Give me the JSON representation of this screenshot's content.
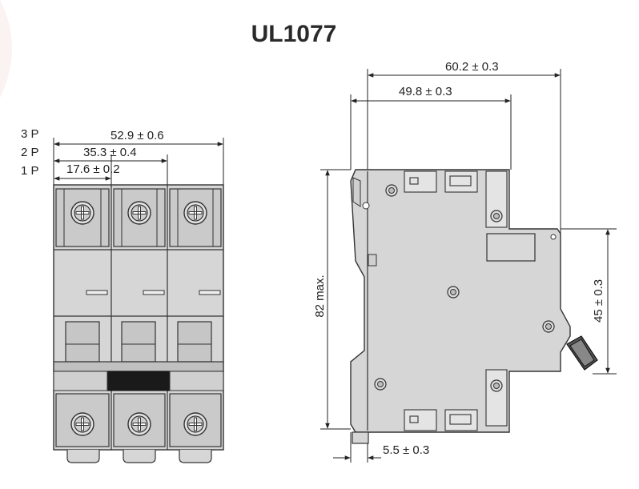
{
  "title": "UL1077",
  "front_view": {
    "pole_labels": [
      "3 P",
      "2 P",
      "1 P"
    ],
    "widths": [
      "52.9 ± 0.6",
      "35.3 ± 0.4",
      "17.6 ± 0.2"
    ]
  },
  "side_view": {
    "overall_depth": "60.2 ± 0.3",
    "front_depth": "49.8 ± 0.3",
    "height": "82 max.",
    "face_height": "45 ± 0.3",
    "clip_offset": "5.5 ± 0.3"
  },
  "colors": {
    "body": "#d6d6d6",
    "outline": "#333333",
    "handle": "#1a1a1a",
    "dimension": "#222222"
  }
}
